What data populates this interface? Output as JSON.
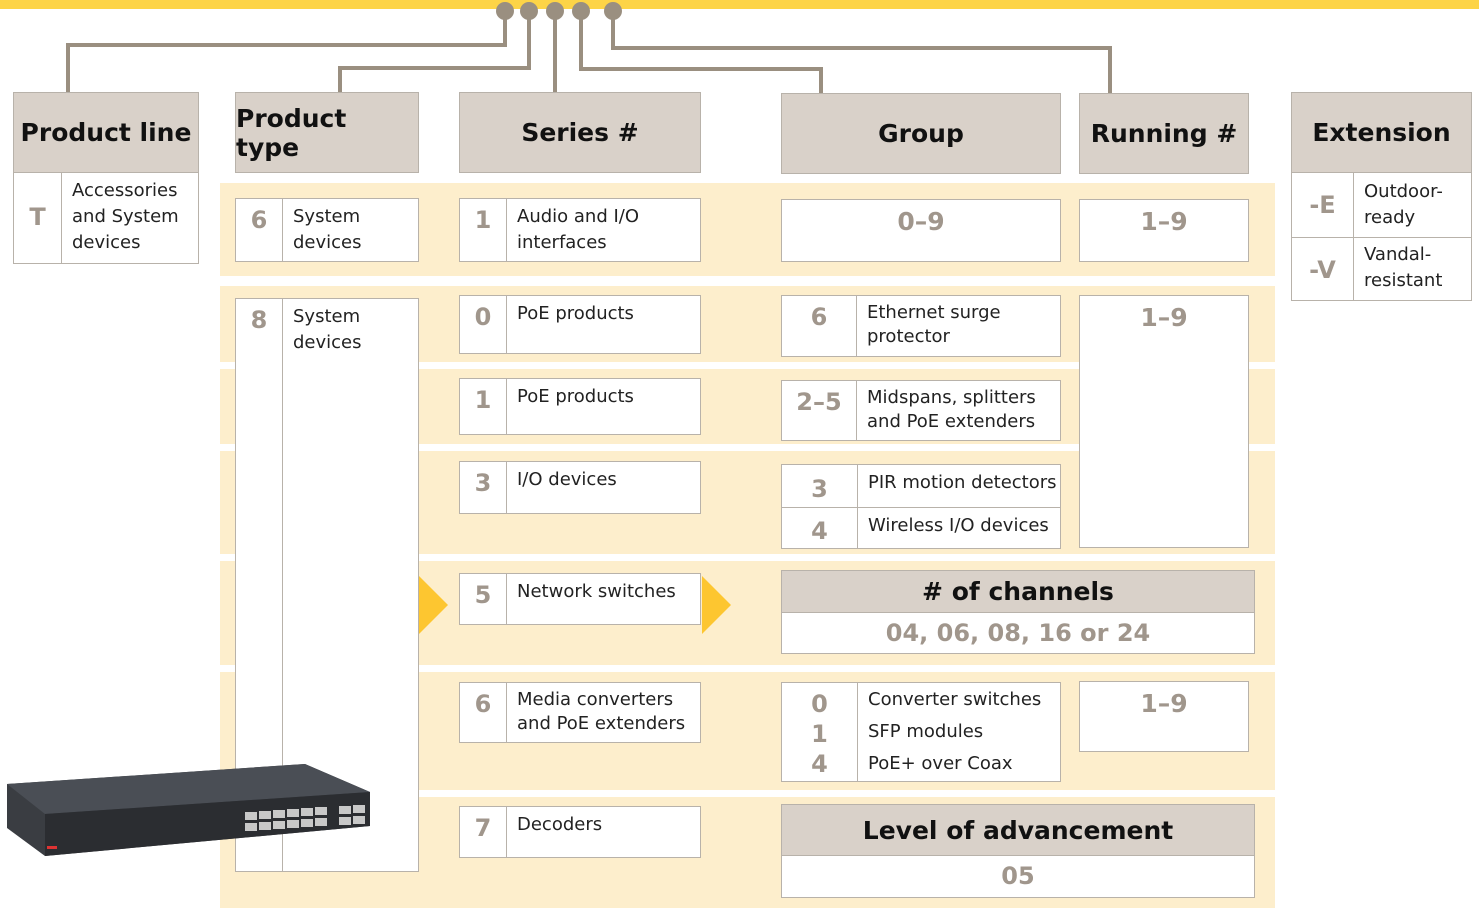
{
  "headers": {
    "product_line": "Product line",
    "product_type": "Product type",
    "series": "Series #",
    "group": "Group",
    "running": "Running #",
    "extension": "Extension"
  },
  "product_line": {
    "code": "T",
    "desc": "Accessories and System devices"
  },
  "product_type": [
    {
      "code": "6",
      "desc": "System devices"
    },
    {
      "code": "8",
      "desc": "System devices"
    }
  ],
  "series": [
    {
      "code": "1",
      "desc": "Audio and I/O interfaces"
    },
    {
      "code": "0",
      "desc": "PoE products"
    },
    {
      "code": "1",
      "desc": "PoE products"
    },
    {
      "code": "3",
      "desc": "I/O devices"
    },
    {
      "code": "5",
      "desc": "Network switches"
    },
    {
      "code": "6",
      "desc": "Media converters and PoE extenders"
    },
    {
      "code": "7",
      "desc": "Decoders"
    }
  ],
  "group": {
    "row1_range": "0–9",
    "items": [
      {
        "code": "6",
        "desc": "Ethernet surge protector"
      },
      {
        "code": "2–5",
        "desc": "Midspans, splitters and PoE extenders"
      },
      {
        "code": "3",
        "desc": "PIR motion detectors"
      },
      {
        "code": "4",
        "desc": "Wireless I/O devices"
      }
    ],
    "converters": [
      {
        "code": "0",
        "desc": "Converter switches"
      },
      {
        "code": "1",
        "desc": "SFP modules"
      },
      {
        "code": "4",
        "desc": "PoE+ over Coax"
      }
    ]
  },
  "running": {
    "r1": "1–9",
    "r2": "1–9",
    "r3": "1–9"
  },
  "channels": {
    "title": "# of channels",
    "value": "04, 06, 08, 16 or 24"
  },
  "advancement": {
    "title": "Level of advancement",
    "value": "05"
  },
  "extension": [
    {
      "code": "-E",
      "desc": "Outdoor-ready"
    },
    {
      "code": "-V",
      "desc": "Vandal-resistant"
    }
  ],
  "colors": {
    "accent": "#fdd447",
    "band": "#fdeecc",
    "header": "#d9d1c9",
    "connector": "#9a8f80",
    "code": "#a0968c"
  }
}
